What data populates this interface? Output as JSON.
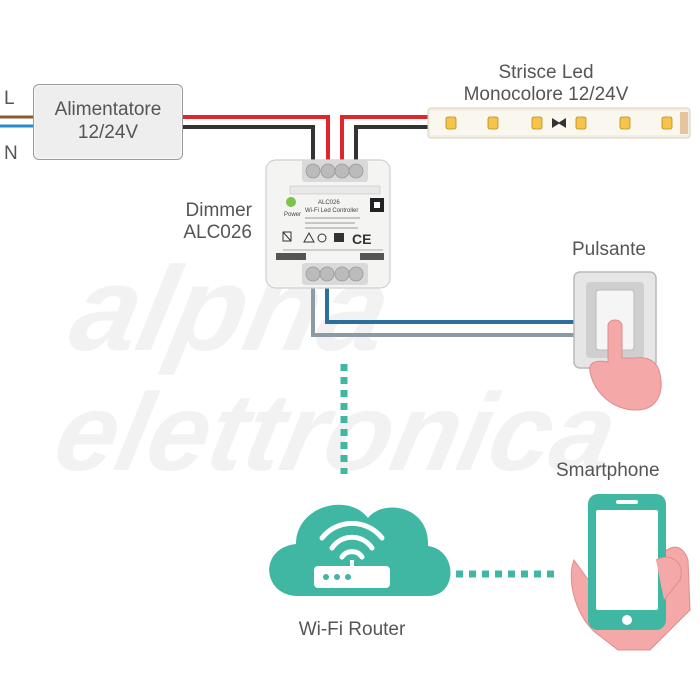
{
  "diagram": {
    "lines": {
      "l_label": "L",
      "n_label": "N"
    },
    "power_supply": {
      "line1": "Alimentatore",
      "line2": "12/24V"
    },
    "led_strip": {
      "line1": "Strisce Led",
      "line2": "Monocolore 12/24V"
    },
    "dimmer": {
      "line1": "Dimmer",
      "line2": "ALC026",
      "device_model": "ALC026",
      "device_subtitle": "Wi-Fi Led Controller",
      "power_label": "Power"
    },
    "push_button": {
      "label": "Pulsante"
    },
    "router": {
      "label": "Wi-Fi Router"
    },
    "smartphone": {
      "label": "Smartphone"
    },
    "watermark": {
      "line1": "alpha",
      "line2": "elettronica",
      "registered": "®"
    },
    "colors": {
      "wire_red": "#e0262b",
      "wire_black": "#333333",
      "wire_blue": "#2a8bc9",
      "wire_gray": "#8a9aa6",
      "cloud": "#3fb7a3",
      "dotted_link": "#3fb7a3",
      "skin": "#f4a8a8",
      "phone": "#3fb7a3"
    }
  }
}
